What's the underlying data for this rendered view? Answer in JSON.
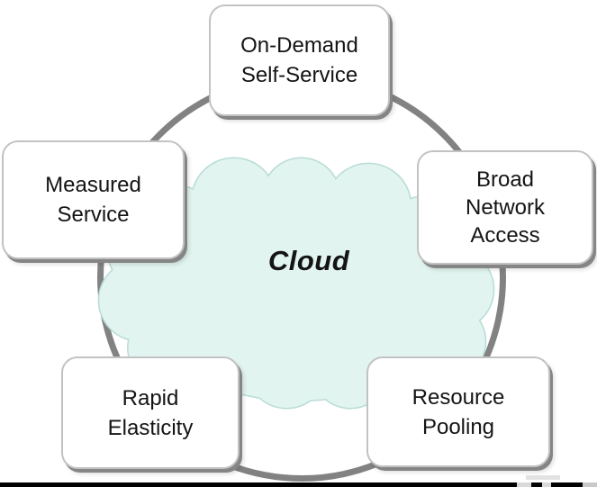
{
  "figure": {
    "center_label": "Cloud",
    "nodes": [
      {
        "id": "on-demand-self-service",
        "lines": [
          "On-Demand",
          "Self-Service"
        ]
      },
      {
        "id": "broad-network-access",
        "lines": [
          "Broad",
          "Network",
          "Access"
        ]
      },
      {
        "id": "resource-pooling",
        "lines": [
          "Resource",
          "Pooling"
        ]
      },
      {
        "id": "rapid-elasticity",
        "lines": [
          "Rapid",
          "Elasticity"
        ]
      },
      {
        "id": "measured-service",
        "lines": [
          "Measured",
          "Service"
        ]
      }
    ],
    "colors": {
      "ring": "#828282",
      "cloud_fill": "#e1f4ef",
      "cloud_stroke": "#b8dcd6",
      "box_fill": "#ffffff",
      "box_border": "#c2c2c2",
      "box_shadow": "#858585",
      "text": "#141414",
      "bottom_rule": "#000000"
    }
  }
}
